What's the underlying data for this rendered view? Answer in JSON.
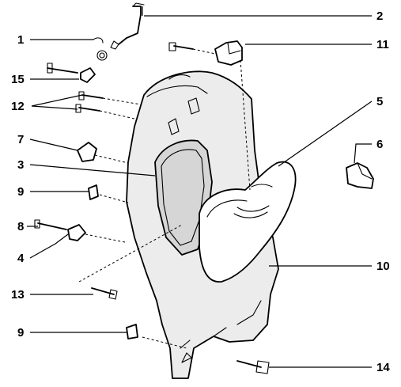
{
  "callouts": [
    {
      "id": "p1",
      "label": "1"
    },
    {
      "id": "p2",
      "label": "2"
    },
    {
      "id": "p3",
      "label": "3"
    },
    {
      "id": "p4",
      "label": "4"
    },
    {
      "id": "p5",
      "label": "5"
    },
    {
      "id": "p6",
      "label": "6"
    },
    {
      "id": "p7",
      "label": "7"
    },
    {
      "id": "p8",
      "label": "8"
    },
    {
      "id": "p9a",
      "label": "9"
    },
    {
      "id": "p9b",
      "label": "9"
    },
    {
      "id": "p10",
      "label": "10"
    },
    {
      "id": "p11",
      "label": "11"
    },
    {
      "id": "p12",
      "label": "12"
    },
    {
      "id": "p13",
      "label": "13"
    },
    {
      "id": "p14",
      "label": "14"
    },
    {
      "id": "p15",
      "label": "15"
    }
  ],
  "parts": [
    {
      "name": "main-panel-shell",
      "icon": "panel-shell"
    },
    {
      "name": "glove-box-bin",
      "icon": "storage-bin"
    },
    {
      "name": "clip-fastener",
      "icon": "clip"
    },
    {
      "name": "screw-fastener",
      "icon": "screw"
    }
  ],
  "colors": {
    "line": "#000000",
    "background": "#ffffff",
    "shade": "#ececec"
  }
}
